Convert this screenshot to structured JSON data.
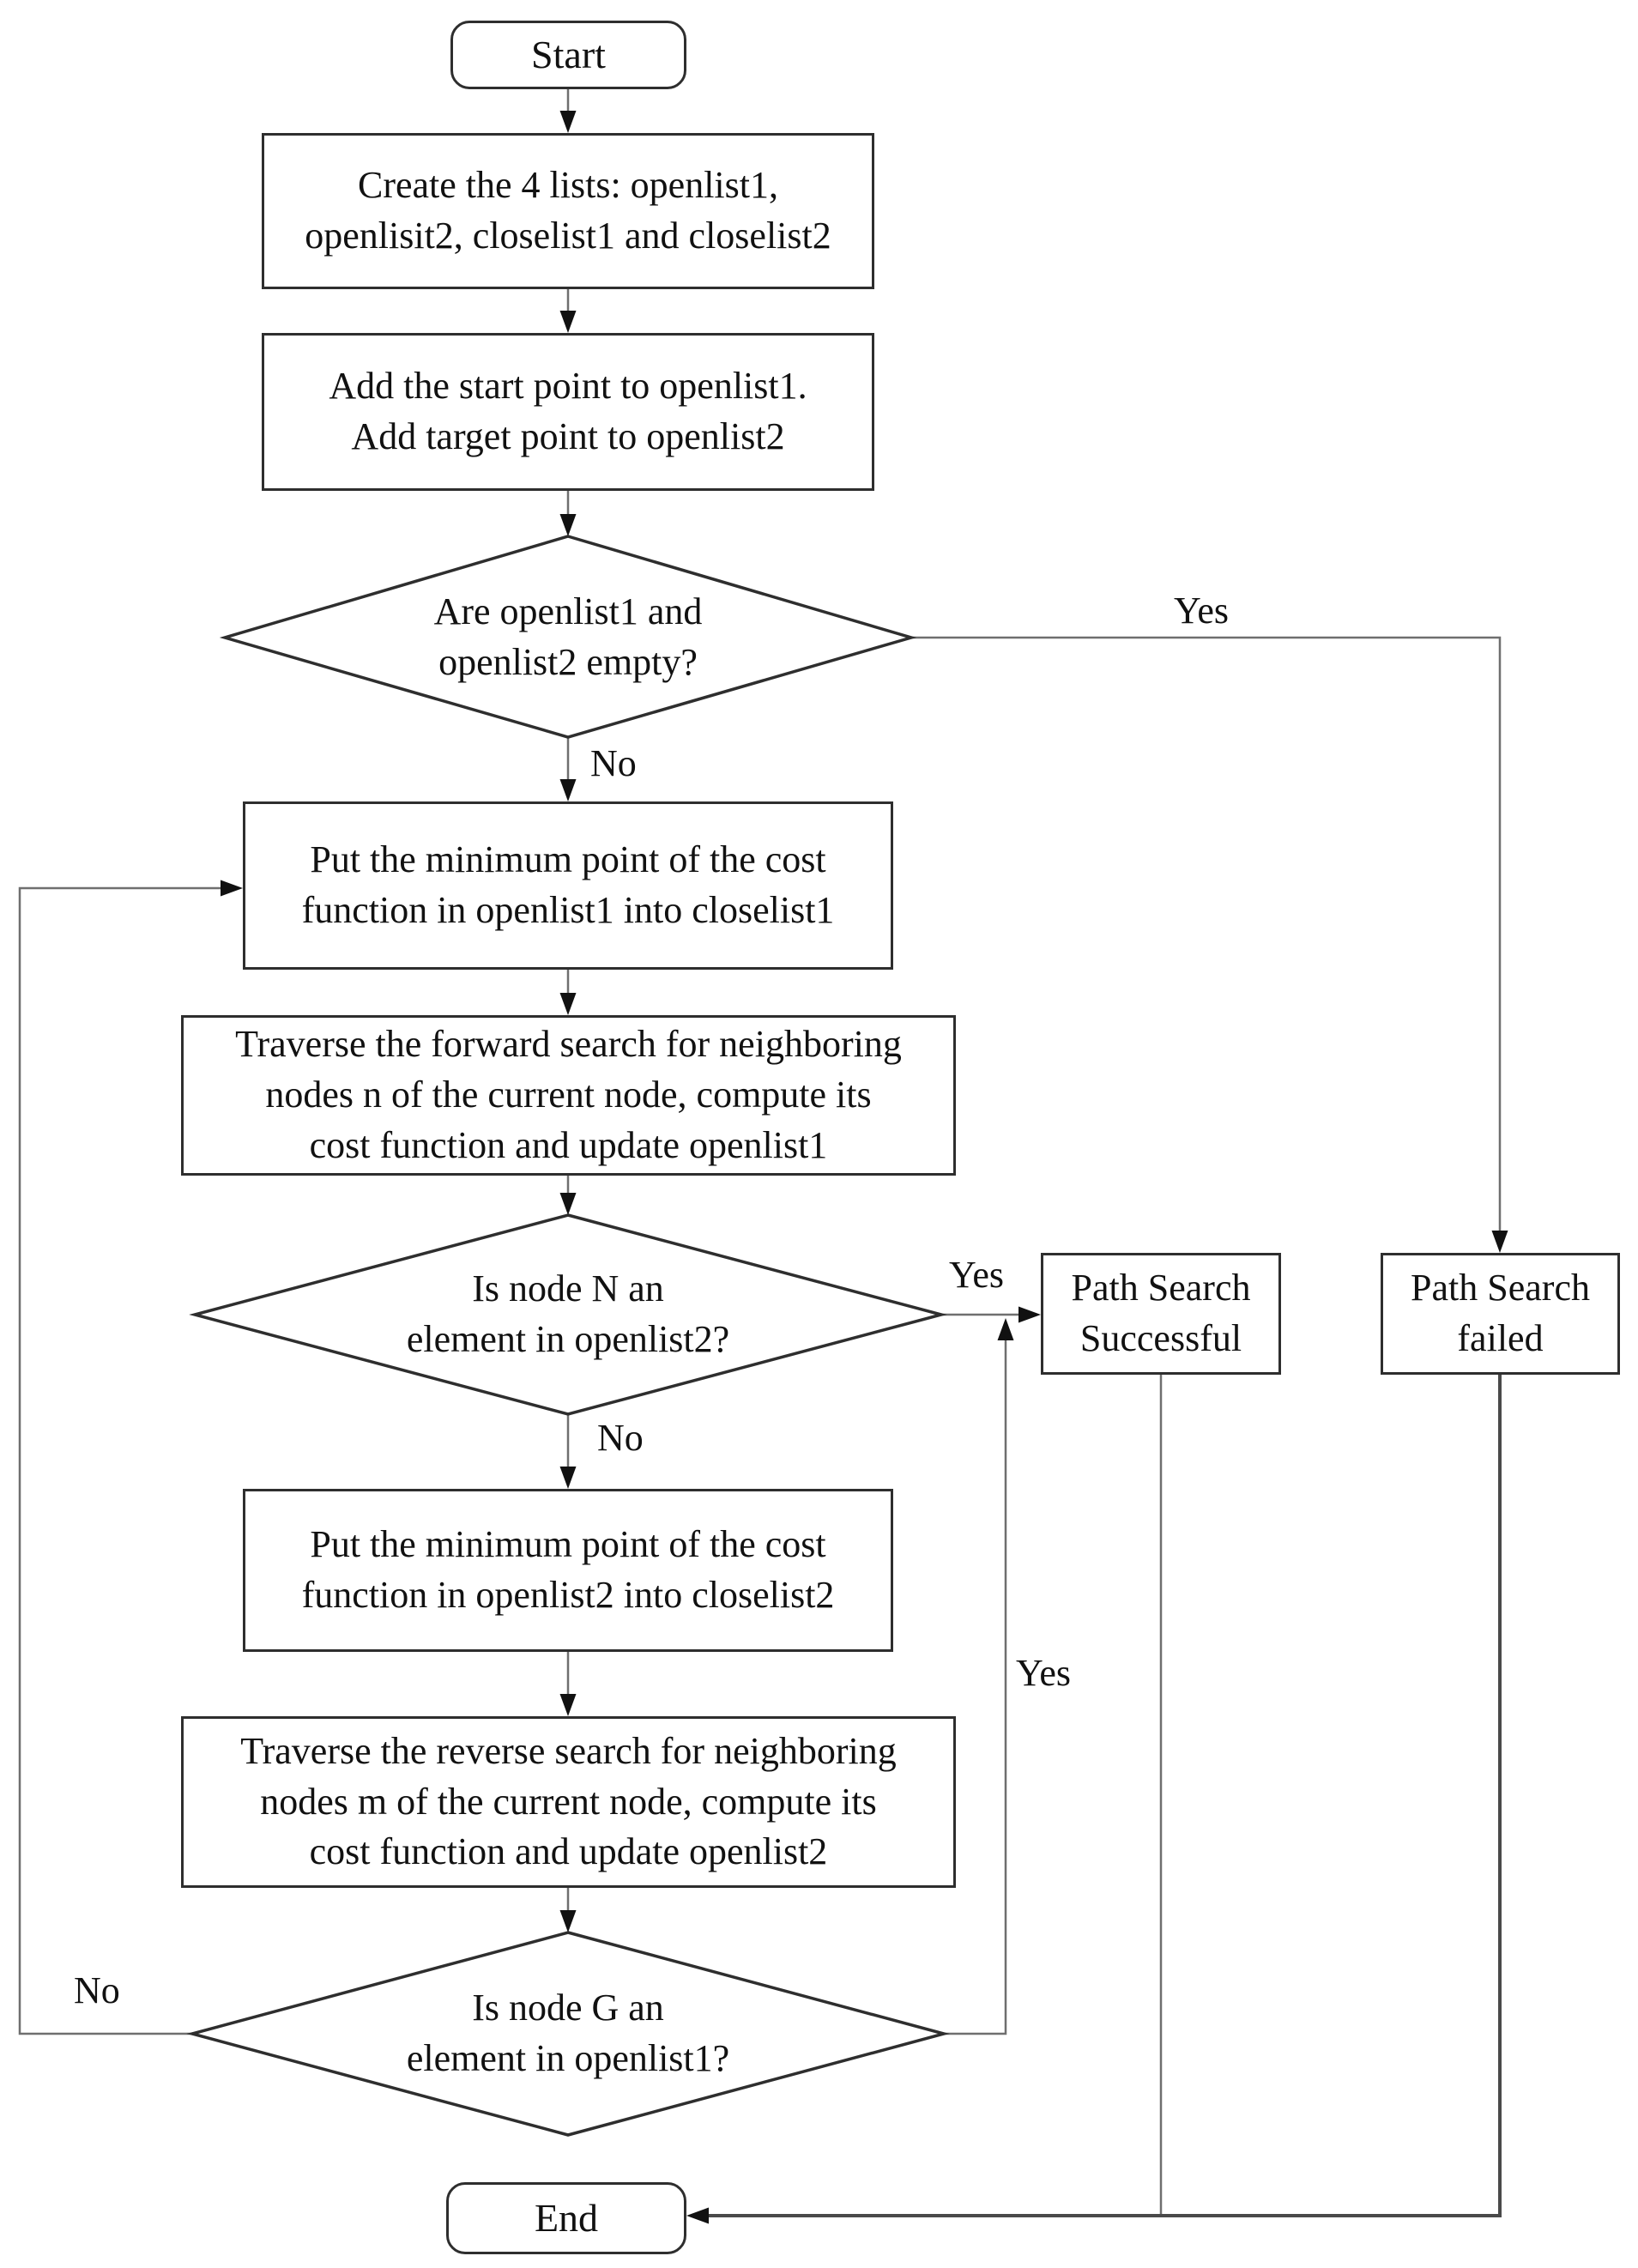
{
  "figure": {
    "type": "flowchart",
    "description": "Bidirectional path search algorithm flowchart",
    "background": "#ffffff",
    "stroke_color": "#2e2e2e",
    "wire_color": "#6f6f6f",
    "text_color": "#111111"
  },
  "nodes": {
    "start": {
      "shape": "terminal",
      "label": "Start"
    },
    "create_lists": {
      "shape": "process",
      "label": "Create the 4 lists: openlist1,\nopenlisit2, closelist1 and closelist2"
    },
    "add_points": {
      "shape": "process",
      "label": "Add the start point to openlist1.\nAdd target point to openlist2"
    },
    "check_lists_empty": {
      "shape": "decision",
      "label": "Are openlist1 and\nopenlist2 empty?"
    },
    "put_min_closelist1": {
      "shape": "process",
      "label": "Put the minimum point of the cost\nfunction in openlist1 into closelist1"
    },
    "traverse_forward": {
      "shape": "process",
      "label": "Traverse the forward search for neighboring\nnodes n of the current node, compute its\ncost function and update openlist1"
    },
    "check_node_n": {
      "shape": "decision",
      "label": "Is node N an\nelement in openlist2?"
    },
    "path_search_successful": {
      "shape": "process",
      "label": "Path Search\nSuccessful"
    },
    "path_search_failed": {
      "shape": "process",
      "label": "Path Search\nfailed"
    },
    "put_min_closelist2": {
      "shape": "process",
      "label": "Put the minimum point of the cost\nfunction in openlist2 into closelist2"
    },
    "traverse_reverse": {
      "shape": "process",
      "label": "Traverse the reverse search for neighboring\nnodes m of the current node, compute its\ncost function and update openlist2"
    },
    "check_node_g": {
      "shape": "decision",
      "label": "Is node G an\nelement in openlist1?"
    },
    "end": {
      "shape": "terminal",
      "label": "End"
    }
  },
  "edge_labels": {
    "lists_empty_yes": "Yes",
    "lists_empty_no": "No",
    "node_n_yes": "Yes",
    "node_n_no": "No",
    "node_g_yes": "Yes",
    "node_g_no": "No"
  }
}
